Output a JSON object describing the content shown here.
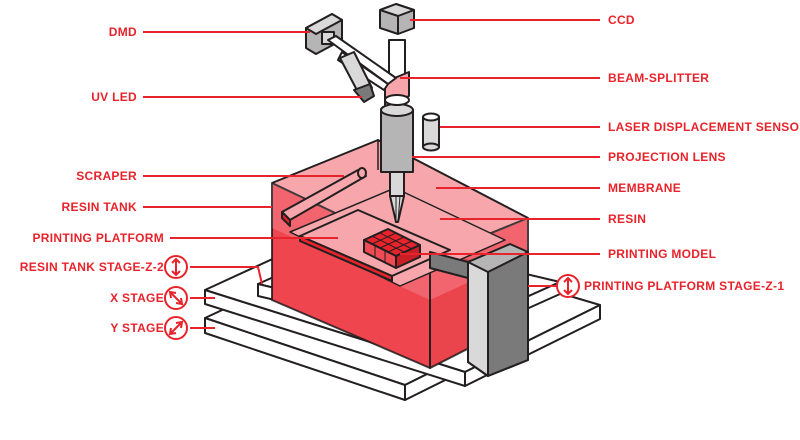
{
  "diagram": {
    "colors": {
      "accent": "#e8232b",
      "resin": "#f04b55",
      "resin_light": "#f7a7ab",
      "outline": "#231f20",
      "gray_light": "#d9d9d9",
      "gray_mid": "#b5b5b5",
      "gray_dark": "#7a7a7a"
    },
    "labels_left": {
      "dmd": "DMD",
      "uv_led": "UV LED",
      "scraper": "SCRAPER",
      "resin_tank": "RESIN TANK",
      "printing_platform": "PRINTING PLATFORM",
      "resin_tank_stage": "RESIN TANK STAGE-Z-2",
      "x_stage": "X STAGE",
      "y_stage": "Y STAGE"
    },
    "labels_right": {
      "ccd": "CCD",
      "beam_splitter": "BEAM-SPLITTER",
      "laser_sensor": "LASER DISPLACEMENT SENSOR",
      "projection_lens": "PROJECTION LENS",
      "membrane": "MEMBRANE",
      "resin": "RESIN",
      "printing_model": "PRINTING MODEL",
      "platform_stage": "PRINTING PLATFORM STAGE-Z-1"
    },
    "icons": {
      "resin_tank_stage": "vertical-arrows-icon",
      "x_stage": "diagonal-arrows-icon",
      "y_stage": "diagonal-arrows-icon",
      "platform_stage": "vertical-arrows-icon"
    }
  }
}
